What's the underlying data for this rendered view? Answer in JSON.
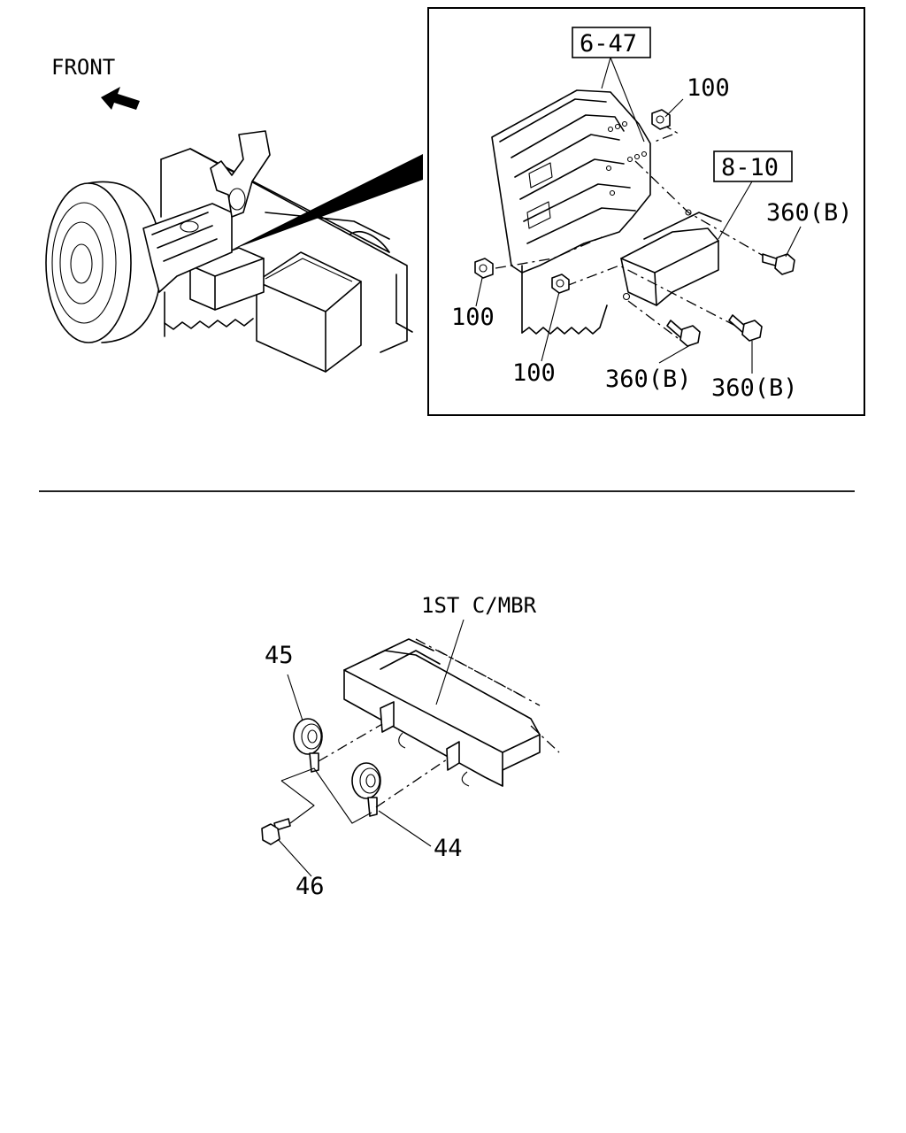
{
  "top_diagram": {
    "front_label": "FRONT",
    "callouts": {
      "ref_6_47": "6-47",
      "ref_8_10": "8-10",
      "nut_100_a": "100",
      "nut_100_b": "100",
      "nut_100_c": "100",
      "bolt_360b_a": "360(B)",
      "bolt_360b_b": "360(B)",
      "bolt_360b_c": "360(B)"
    }
  },
  "bottom_diagram": {
    "member_label": "1ST C/MBR",
    "callouts": {
      "part_45": "45",
      "part_44": "44",
      "part_46": "46"
    }
  }
}
